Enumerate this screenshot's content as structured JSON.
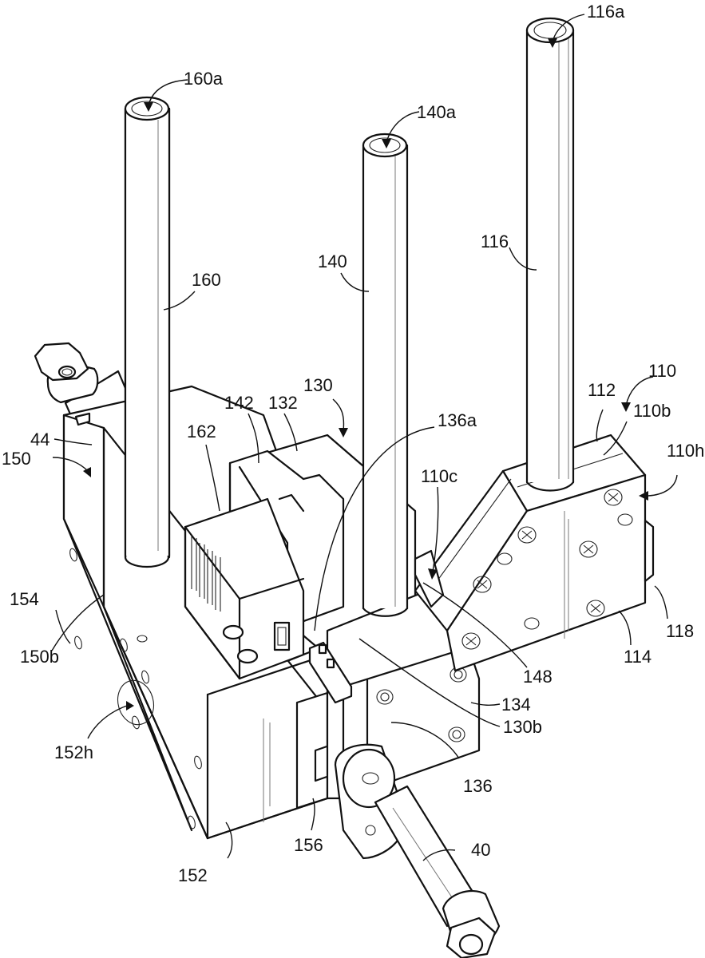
{
  "figure": {
    "kind": "patent line drawing",
    "subject": "rail-mounted block assembly with three vertical tubes and two hose fittings",
    "background": "#ffffff",
    "ink": "#111111"
  },
  "labels": {
    "l116a": "116a",
    "l160a": "160a",
    "l140a": "140a",
    "l116": "116",
    "l160": "160",
    "l140": "140",
    "l110": "110",
    "l112": "112",
    "l110b": "110b",
    "l110h": "110h",
    "l130": "130",
    "l132": "132",
    "l142": "142",
    "l162": "162",
    "l136a": "136a",
    "l110c": "110c",
    "l44": "44",
    "l150": "150",
    "l154": "154",
    "l150b": "150b",
    "l152h": "152h",
    "l118": "118",
    "l114": "114",
    "l148": "148",
    "l134": "134",
    "l130b": "130b",
    "l136": "136",
    "l156": "156",
    "l152": "152",
    "l40": "40"
  },
  "components": [
    {
      "ref": "160",
      "name": "tube"
    },
    {
      "ref": "140",
      "name": "tube"
    },
    {
      "ref": "116",
      "name": "tube"
    },
    {
      "ref": "110",
      "name": "right block module"
    },
    {
      "ref": "130",
      "name": "center module"
    },
    {
      "ref": "150",
      "name": "left block module"
    },
    {
      "ref": "40",
      "name": "front hose fitting"
    },
    {
      "ref": "44",
      "name": "rear hose fitting"
    }
  ]
}
